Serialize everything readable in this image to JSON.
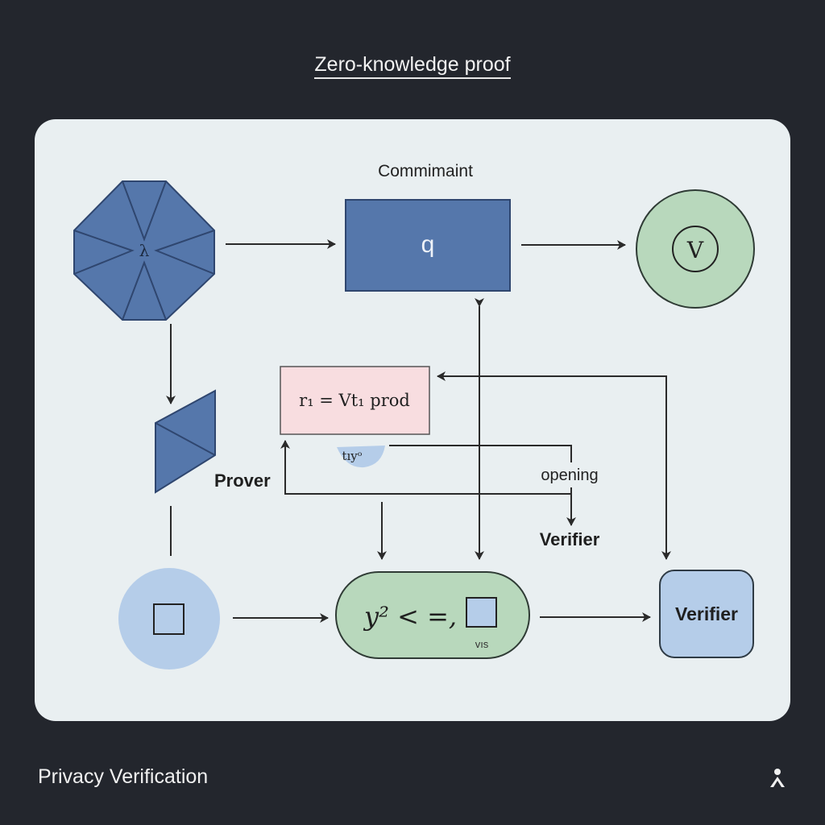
{
  "header": {
    "title": "Zero-knowledge proof"
  },
  "footer": {
    "title": "Privacy Verification",
    "logo_icon": "person-logo-icon"
  },
  "diagram": {
    "labels": {
      "commitment": "Commimaint",
      "commit_symbol": "q",
      "source_symbol": "λ",
      "verify_symbol": "V",
      "equation": "r₁ = Vt₁  prod",
      "small_note": "tıyᵒ",
      "opening": "opening",
      "prover": "Prover",
      "verifier_mid": "Verifier",
      "check_expr": "y² < =,",
      "check_sub": "vıs",
      "verifier_box": "Verifier"
    },
    "colors": {
      "blue_fill": "#5577ab",
      "blue_stroke": "#2f466f",
      "green_fill": "#b8d8bc",
      "light_blue_fill": "#b5cde9",
      "pink_fill": "#f8dde0",
      "arrow": "#2a2a2a"
    }
  }
}
